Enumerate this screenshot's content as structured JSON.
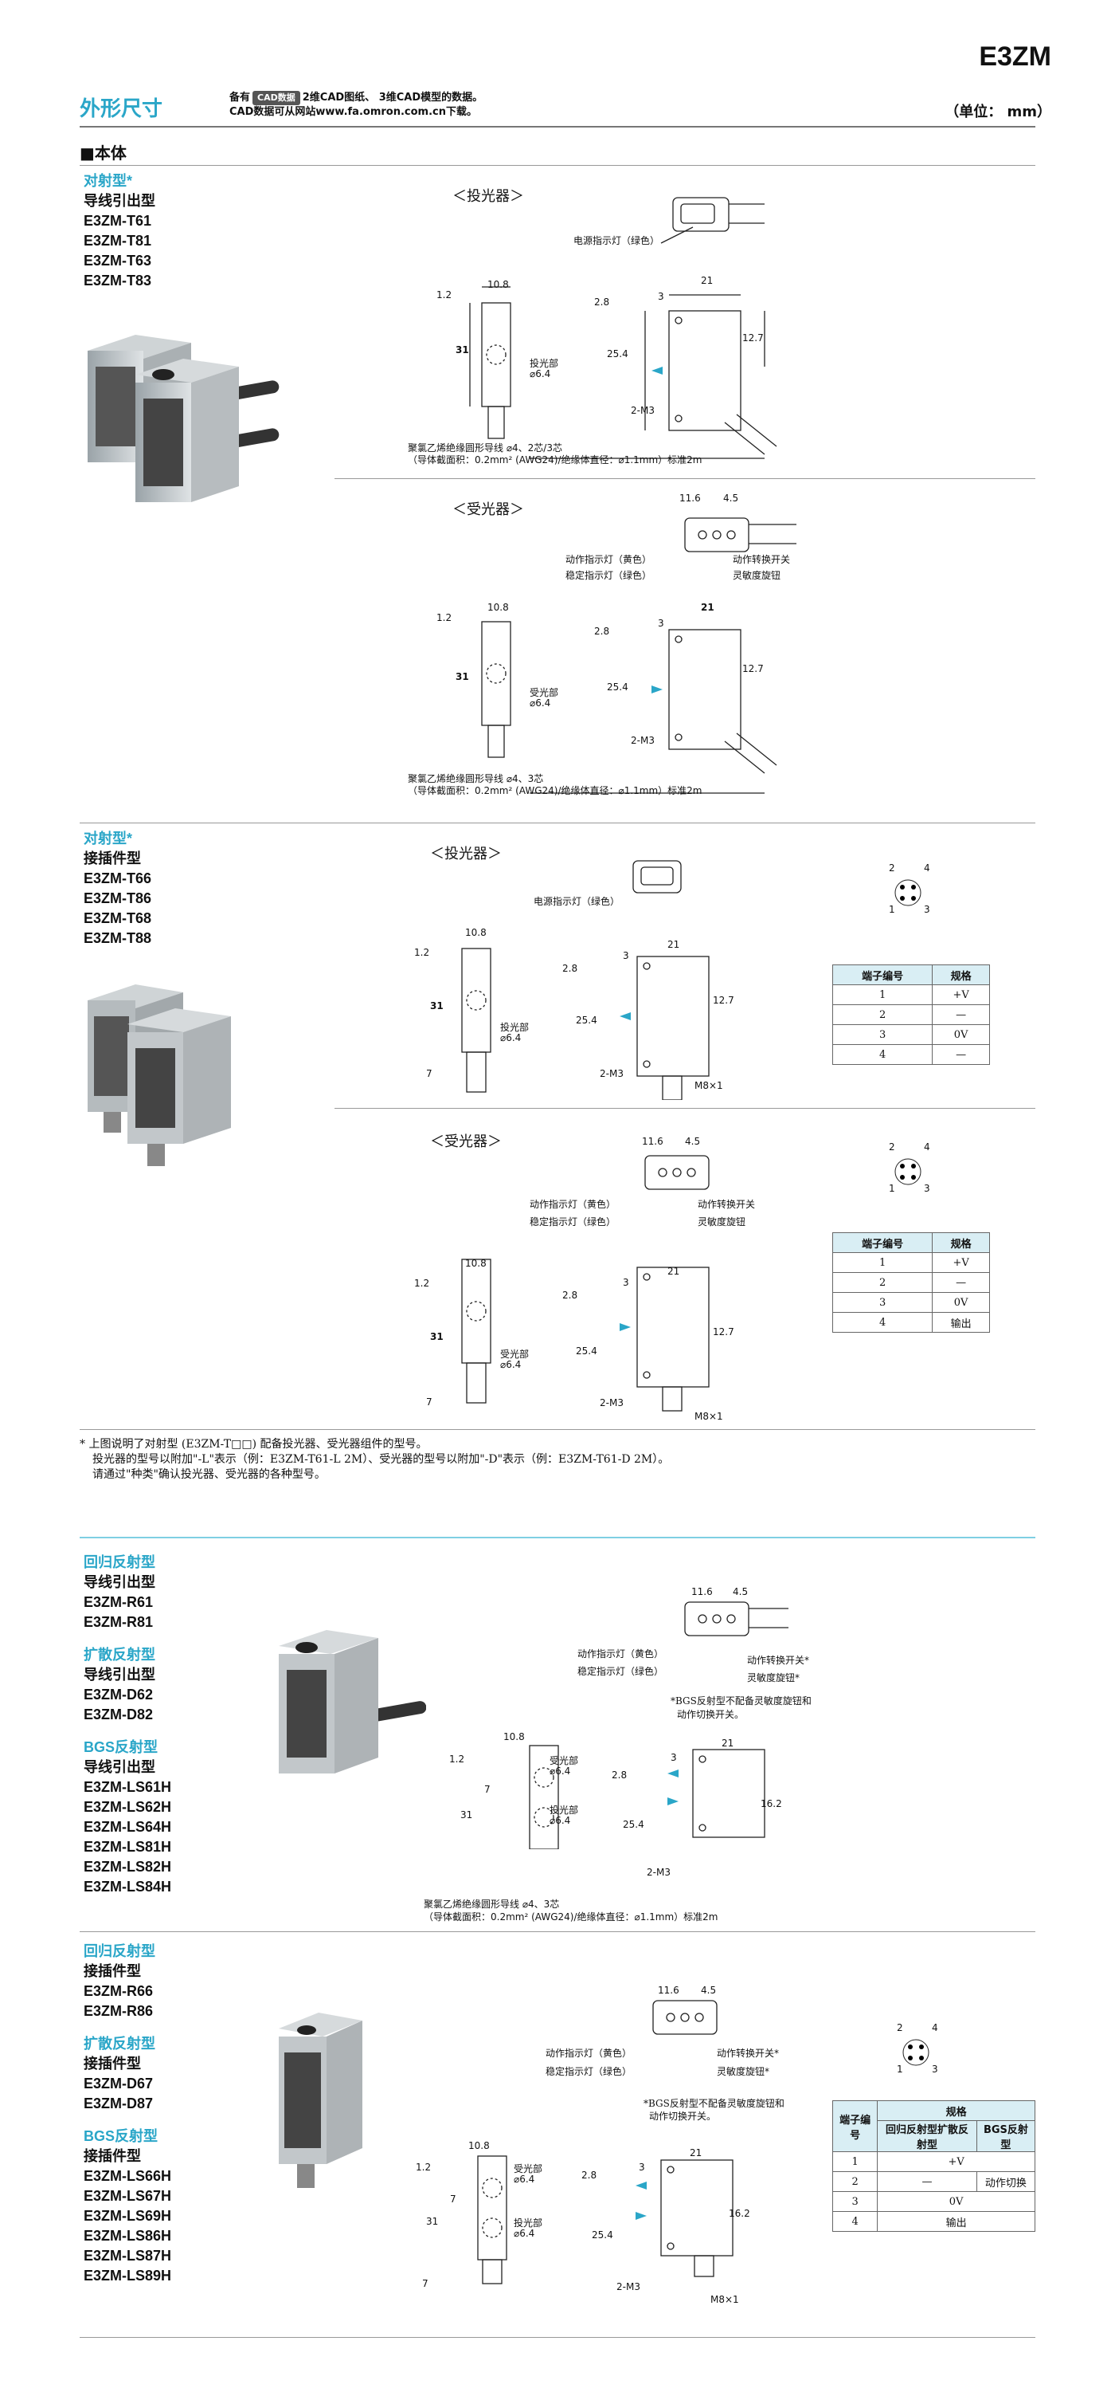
{
  "brand": "E3ZM",
  "section_title": "外形尺寸",
  "cad_note": {
    "prefix": "备有",
    "badge": "CAD数据",
    "line1_rest": "2维CAD图纸、 3维CAD模型的数据。",
    "line2": "CAD数据可从网站www.fa.omron.com.cn下载。"
  },
  "unit": "（单位： mm）",
  "body_label": "■本体",
  "groups": {
    "g1": {
      "title": "对射型*",
      "subtitle": "导线引出型",
      "models": [
        "E3ZM-T61",
        "E3ZM-T81",
        "E3ZM-T63",
        "E3ZM-T83"
      ]
    },
    "g2": {
      "title": "对射型*",
      "subtitle": "接插件型",
      "models": [
        "E3ZM-T66",
        "E3ZM-T86",
        "E3ZM-T68",
        "E3ZM-T88"
      ]
    },
    "g3a": {
      "title": "回归反射型",
      "subtitle": "导线引出型",
      "models": [
        "E3ZM-R61",
        "E3ZM-R81"
      ]
    },
    "g3b": {
      "title": "扩散反射型",
      "subtitle": "导线引出型",
      "models": [
        "E3ZM-D62",
        "E3ZM-D82"
      ]
    },
    "g3c": {
      "title": "BGS反射型",
      "subtitle": "导线引出型",
      "models": [
        "E3ZM-LS61H",
        "E3ZM-LS62H",
        "E3ZM-LS64H",
        "E3ZM-LS81H",
        "E3ZM-LS82H",
        "E3ZM-LS84H"
      ]
    },
    "g4a": {
      "title": "回归反射型",
      "subtitle": "接插件型",
      "models": [
        "E3ZM-R66",
        "E3ZM-R86"
      ]
    },
    "g4b": {
      "title": "扩散反射型",
      "subtitle": "接插件型",
      "models": [
        "E3ZM-D67",
        "E3ZM-D87"
      ]
    },
    "g4c": {
      "title": "BGS反射型",
      "subtitle": "接插件型",
      "models": [
        "E3ZM-LS66H",
        "E3ZM-LS67H",
        "E3ZM-LS69H",
        "E3ZM-LS86H",
        "E3ZM-LS87H",
        "E3ZM-LS89H"
      ]
    }
  },
  "views": {
    "emitter": "＜投光器＞",
    "receiver": "＜受光器＞"
  },
  "labels": {
    "power_led": "电源指示灯（绿色）",
    "op_led": "动作指示灯（黄色）",
    "stab_led": "稳定指示灯（绿色）",
    "mode_switch": "动作转换开关",
    "mode_switch_star": "动作转换开关*",
    "sens_knob": "灵敏度旋钮",
    "sens_knob_star": "灵敏度旋钮*",
    "emit_part": "投光部",
    "recv_part": "受光部",
    "phi64": "⌀6.4",
    "m3": "2-M3",
    "m8": "M8×1",
    "cable_2core_1": "聚氯乙烯绝缘圆形导线 ⌀4、2芯/3芯",
    "cable_2core_2": "（导体截面积：0.2mm² (AWG24)/绝缘体直径：⌀1.1mm）标准2m",
    "cable_3core_1": "聚氯乙烯绝缘圆形导线 ⌀4、3芯",
    "cable_3core_2": "（导体截面积：0.2mm² (AWG24)/绝缘体直径：⌀1.1mm）标准2m",
    "bgs_note_1": "*BGS反射型不配备灵敏度旋钮和",
    "bgs_note_2": "动作切换开关。"
  },
  "dims": {
    "d108": "10.8",
    "d12": "1.2",
    "d31": "31",
    "d7": "7",
    "d28": "2.8",
    "d3": "3",
    "d21": "21",
    "d127": "12.7",
    "d254": "25.4",
    "d116": "11.6",
    "d45": "4.5",
    "d162": "16.2"
  },
  "pins": {
    "p1": "1",
    "p2": "2",
    "p3": "3",
    "p4": "4"
  },
  "table_emit": {
    "h1": "端子编号",
    "h2": "规格",
    "rows": [
      [
        "1",
        "+V"
      ],
      [
        "2",
        "—"
      ],
      [
        "3",
        "0V"
      ],
      [
        "4",
        "—"
      ]
    ]
  },
  "table_recv": {
    "h1": "端子编号",
    "h2": "规格",
    "rows": [
      [
        "1",
        "+V"
      ],
      [
        "2",
        "—"
      ],
      [
        "3",
        "0V"
      ],
      [
        "4",
        "输出"
      ]
    ]
  },
  "table_refl": {
    "h1": "端子编号",
    "h2": "规格",
    "h3": "回归反射型扩散反射型",
    "h4": "BGS反射型",
    "rows": [
      [
        "1",
        "+V",
        ""
      ],
      [
        "2",
        "—",
        "动作切换"
      ],
      [
        "3",
        "0V",
        ""
      ],
      [
        "4",
        "输出",
        ""
      ]
    ]
  },
  "footnote": {
    "l1": "* 上图说明了对射型 (E3ZM-T□□) 配备投光器、受光器组件的型号。",
    "l2": "投光器的型号以附加\"-L\"表示（例：E3ZM-T61-L 2M）、受光器的型号以附加\"-D\"表示（例：E3ZM-T61-D 2M）。",
    "l3": "请通过\"种类\"确认投光器、受光器的各种型号。"
  },
  "colors": {
    "accent": "#2aa6c8",
    "table_head": "#d9eef4"
  }
}
